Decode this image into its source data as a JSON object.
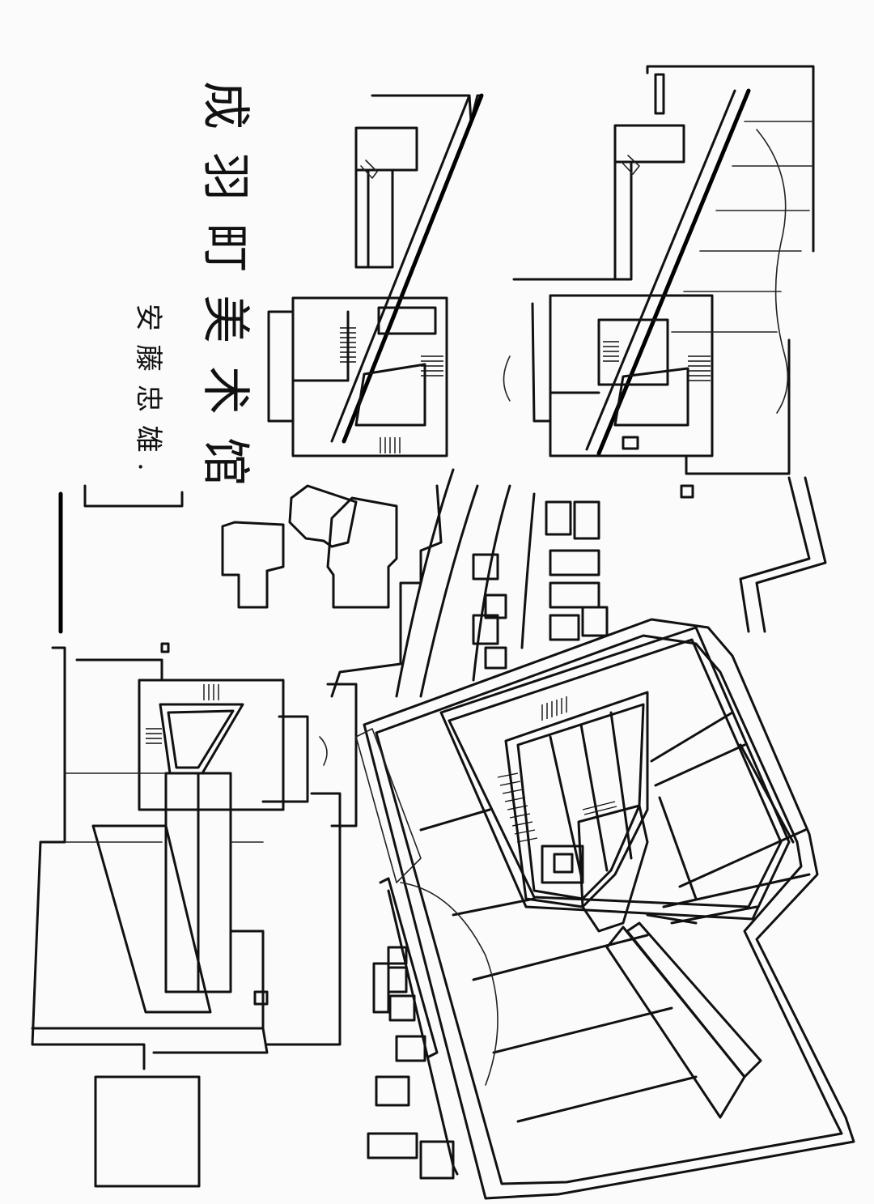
{
  "title": {
    "name": "成羽町美术馆",
    "chars": [
      "成",
      "羽",
      "町",
      "美",
      "术",
      "馆"
    ]
  },
  "author": {
    "name": "安藤忠雄.",
    "chars": [
      "安",
      "藤",
      "忠",
      "雄",
      "."
    ]
  },
  "drawings": [
    {
      "id": "plan-upper",
      "kind": "floor plan"
    },
    {
      "id": "plan-lower",
      "kind": "floor plan"
    },
    {
      "id": "site-plan",
      "kind": "site plan"
    },
    {
      "id": "axonometric",
      "kind": "axonometric view"
    }
  ],
  "colors": {
    "paper": "#fbfbfb",
    "ink": "#111111"
  }
}
